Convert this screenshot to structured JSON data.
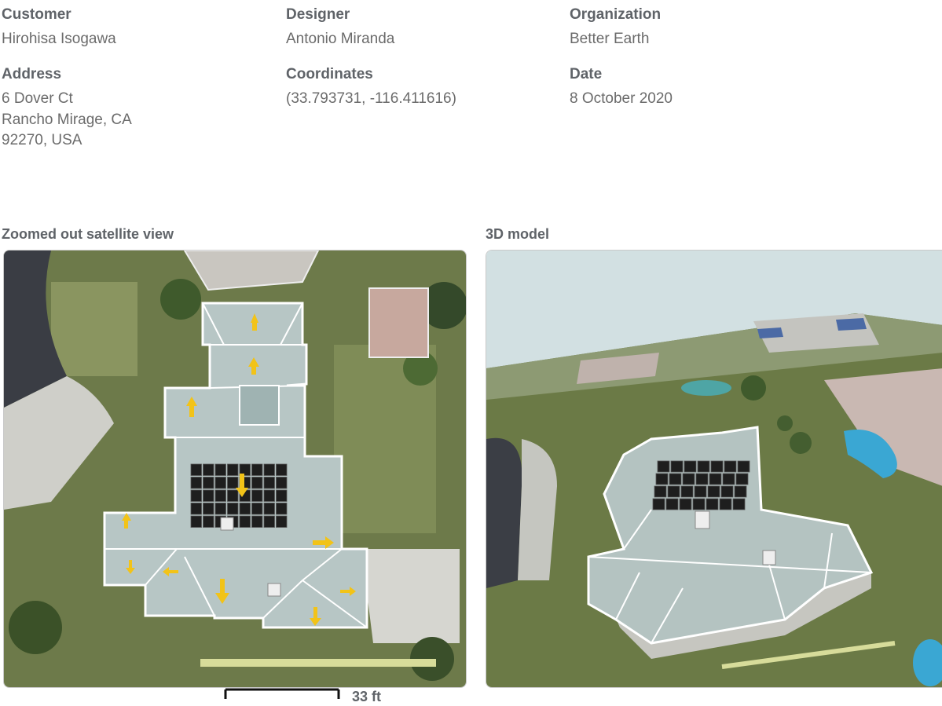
{
  "info": {
    "customer": {
      "label": "Customer",
      "value": "Hirohisa Isogawa"
    },
    "designer": {
      "label": "Designer",
      "value": "Antonio Miranda"
    },
    "organization": {
      "label": "Organization",
      "value": "Better Earth"
    },
    "address": {
      "label": "Address",
      "lines": [
        "6 Dover Ct",
        "Rancho Mirage, CA",
        "92270, USA"
      ]
    },
    "coordinates": {
      "label": "Coordinates",
      "value": "(33.793731, -116.411616)"
    },
    "date": {
      "label": "Date",
      "value": "8 October 2020"
    }
  },
  "satellite": {
    "caption": "Zoomed out satellite view",
    "scale_label": "33 ft",
    "panel_rows": 5,
    "panel_cols": 8
  },
  "model3d": {
    "caption": "3D model",
    "panel_rows": 4,
    "panel_cols": 7
  },
  "colors": {
    "label": "#5f6368",
    "value": "#6b6b6b",
    "roof": "#b9c8c6",
    "roof_edge": "#ffffff",
    "arrow": "#f2c318",
    "solar_panel": "#1e1e1e",
    "grass": "#6f7f45",
    "sky": "#d2e0e2"
  }
}
